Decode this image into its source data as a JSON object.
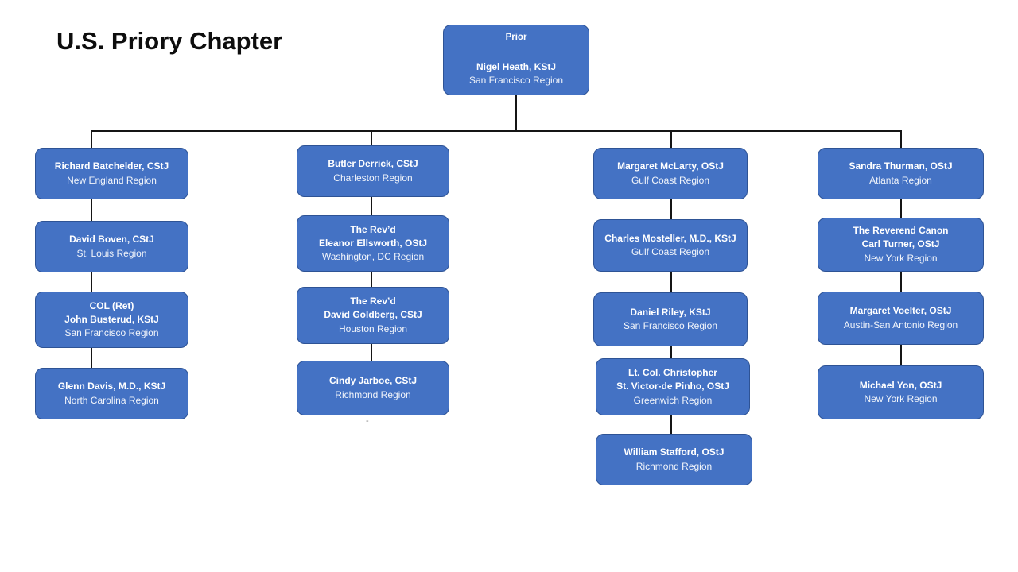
{
  "title": "U.S. Priory Chapter",
  "colors": {
    "box_fill": "#4472C4",
    "box_border": "#2E5395",
    "connector": "#151515",
    "box_text": "#FFFFFF",
    "title_text": "#0D0D0D"
  },
  "root": {
    "role": "Prior",
    "name": "Nigel Heath, KStJ",
    "region": "San Francisco Region"
  },
  "columns": [
    {
      "members": [
        {
          "name": "Richard Batchelder, CStJ",
          "region": "New England Region"
        },
        {
          "name": "David Boven, CStJ",
          "region": "St. Louis Region"
        },
        {
          "name": "COL (Ret)\nJohn Busterud, KStJ",
          "region": "San Francisco Region"
        },
        {
          "name": "Glenn Davis, M.D., KStJ",
          "region": "North Carolina Region"
        }
      ]
    },
    {
      "members": [
        {
          "name": "Butler Derrick, CStJ",
          "region": "Charleston Region"
        },
        {
          "name": "The Rev’d\nEleanor Ellsworth, OStJ",
          "region": "Washington, DC Region"
        },
        {
          "name": "The Rev’d\nDavid Goldberg, CStJ",
          "region": "Houston Region"
        },
        {
          "name": "Cindy Jarboe, CStJ",
          "region": "Richmond Region"
        }
      ]
    },
    {
      "members": [
        {
          "name": "Margaret McLarty, OStJ",
          "region": "Gulf Coast Region"
        },
        {
          "name": "Charles Mosteller, M.D., KStJ",
          "region": "Gulf Coast Region"
        },
        {
          "name": "Daniel Riley, KStJ",
          "region": "San Francisco Region"
        },
        {
          "name": "Lt. Col. Christopher\nSt. Victor-de Pinho, OStJ",
          "region": "Greenwich Region"
        },
        {
          "name": "William Stafford, OStJ",
          "region": "Richmond Region"
        }
      ]
    },
    {
      "members": [
        {
          "name": "Sandra Thurman, OStJ",
          "region": "Atlanta Region"
        },
        {
          "name": "The Reverend Canon\nCarl Turner, OStJ",
          "region": "New York Region"
        },
        {
          "name": "Margaret Voelter, OStJ",
          "region": "Austin-San Antonio Region"
        },
        {
          "name": "Michael Yon, OStJ",
          "region": "New York Region"
        }
      ]
    }
  ],
  "stray_mark": "-"
}
